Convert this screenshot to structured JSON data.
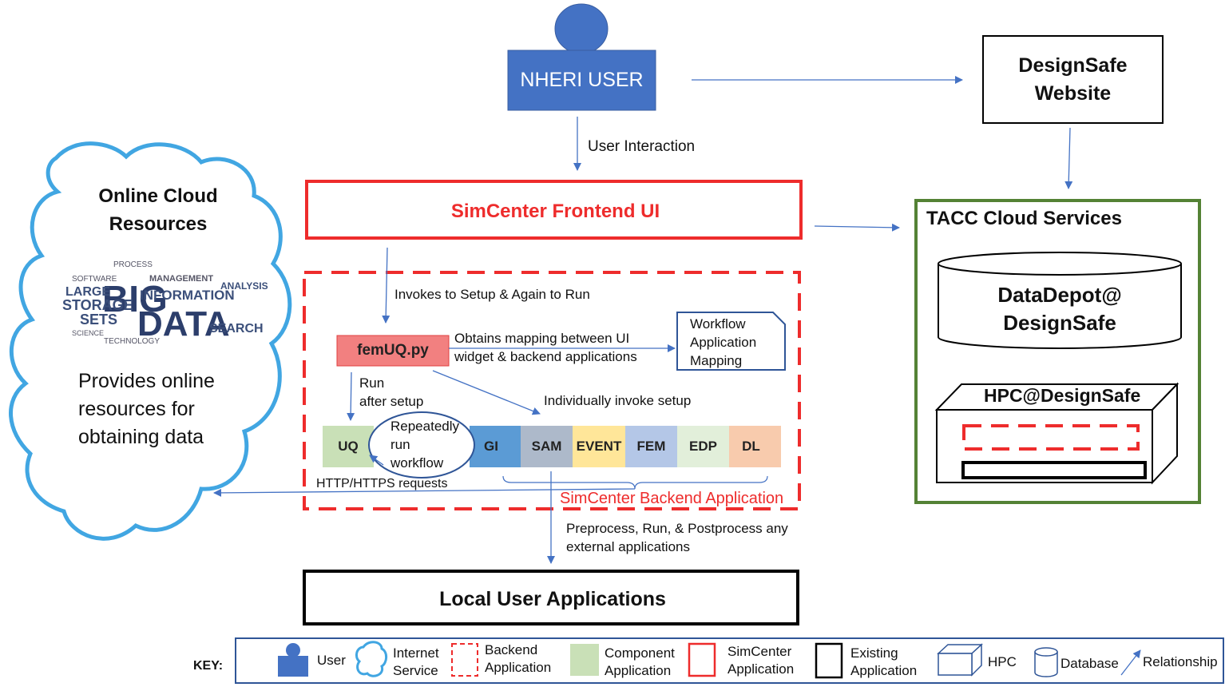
{
  "colors": {
    "user_blue": "#4472c4",
    "red": "#ee2c2c",
    "green_border": "#548235",
    "cloud_blue": "#41a6e2",
    "arrow_blue": "#4472c4",
    "uq_green": "#c9e0b7",
    "gi_blue": "#5b9bd5",
    "sam_gray": "#adb9ca",
    "event_yellow": "#ffe699",
    "fem_blue": "#b4c7e7",
    "edp_green": "#e2efda",
    "dl_orange": "#f8cbad"
  },
  "user": {
    "label": "NHERI USER"
  },
  "designsafe_website": {
    "label": "DesignSafe\nWebsite"
  },
  "user_interaction_label": "User Interaction",
  "frontend": {
    "label": "SimCenter Frontend UI"
  },
  "tacc": {
    "title": "TACC Cloud Services",
    "datadepot": "DataDepot@\nDesignSafe",
    "hpc": "HPC@DesignSafe"
  },
  "cloud": {
    "title": "Online Cloud\nResources",
    "wordcloud_image": "big-data-word-cloud",
    "description": "Provides online\nresources for\nobtaining data"
  },
  "backend": {
    "label": "SimCenter Backend Application",
    "invokes_label": "Invokes to Setup & Again to Run",
    "femuq": "femUQ.py",
    "mapping_label": "Obtains mapping between UI\nwidget & backend applications",
    "workflow_mapping": "Workflow\nApplication\nMapping",
    "run_after_setup": "Run\nafter setup",
    "individually_invoke": "Individually invoke setup",
    "repeatedly_run": "Repeatedly\nrun\nworkflow",
    "components": [
      "UQ",
      "GI",
      "SAM",
      "EVENT",
      "FEM",
      "EDP",
      "DL"
    ],
    "http_label": "HTTP/HTTPS requests"
  },
  "preprocess_label": "Preprocess, Run, & Postprocess any\nexternal applications",
  "local_apps": {
    "label": "Local User Applications"
  },
  "key": {
    "title": "KEY:",
    "items": [
      {
        "icon": "user-icon",
        "label": "User"
      },
      {
        "icon": "internet-cloud-icon",
        "label": "Internet\nService"
      },
      {
        "icon": "dashed-red-box-icon",
        "label": "Backend\nApplication"
      },
      {
        "icon": "green-box-icon",
        "label": "Component\nApplication"
      },
      {
        "icon": "red-box-icon",
        "label": "SimCenter\nApplication"
      },
      {
        "icon": "black-box-icon",
        "label": "Existing\nApplication"
      },
      {
        "icon": "hpc-icon",
        "label": "HPC"
      },
      {
        "icon": "database-icon",
        "label": "Database"
      },
      {
        "icon": "relationship-arrow-icon",
        "label": "Relationship"
      }
    ]
  }
}
